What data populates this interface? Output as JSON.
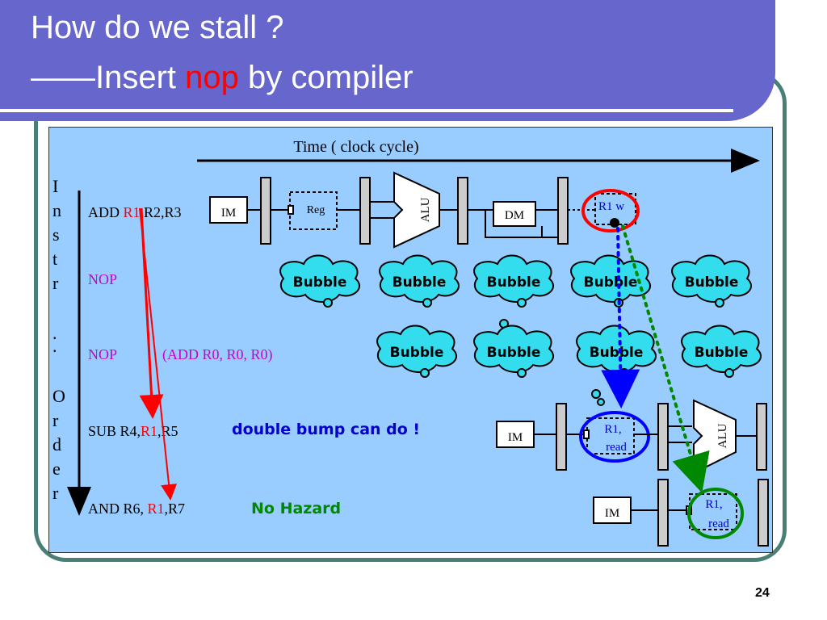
{
  "title": {
    "line1": "How do we stall ?",
    "line2_prefix": "——Insert ",
    "line2_highlight": "nop",
    "line2_suffix": " by compiler"
  },
  "diagram": {
    "time_label": "Time ( clock cycle)",
    "order_letters": [
      "I",
      "n",
      "s",
      "t",
      "r",
      ".",
      ".",
      "O",
      "r",
      "d",
      "e",
      "r"
    ],
    "instructions": {
      "add": {
        "pre": "ADD ",
        "reg": "R1",
        "post": ",R2,R3"
      },
      "nop1": "NOP",
      "nop2": "NOP",
      "nop2_note": "(ADD R0, R0, R0)",
      "sub": {
        "pre": "SUB R4,",
        "reg": "R1",
        "post": ",R5"
      },
      "and": {
        "pre": "AND R6, ",
        "reg": "R1",
        "post": ",R7"
      }
    },
    "stages": {
      "im": "IM",
      "reg": "Reg",
      "alu": "ALU",
      "dm": "DM",
      "r1w": "R1 w",
      "r1": "R1,",
      "read": "read"
    },
    "bubble_label": "Bubble",
    "annotations": {
      "double_bump": "double bump can do !",
      "no_hazard": "No Hazard"
    },
    "colors": {
      "banner": "#6666cc",
      "panel": "#99ccff",
      "bubble": "#33ddee",
      "red": "#ff0000",
      "magenta": "#cc00cc",
      "blue": "#0000ff",
      "green": "#008800",
      "frame": "#4a7f78"
    }
  },
  "page_number": "24"
}
